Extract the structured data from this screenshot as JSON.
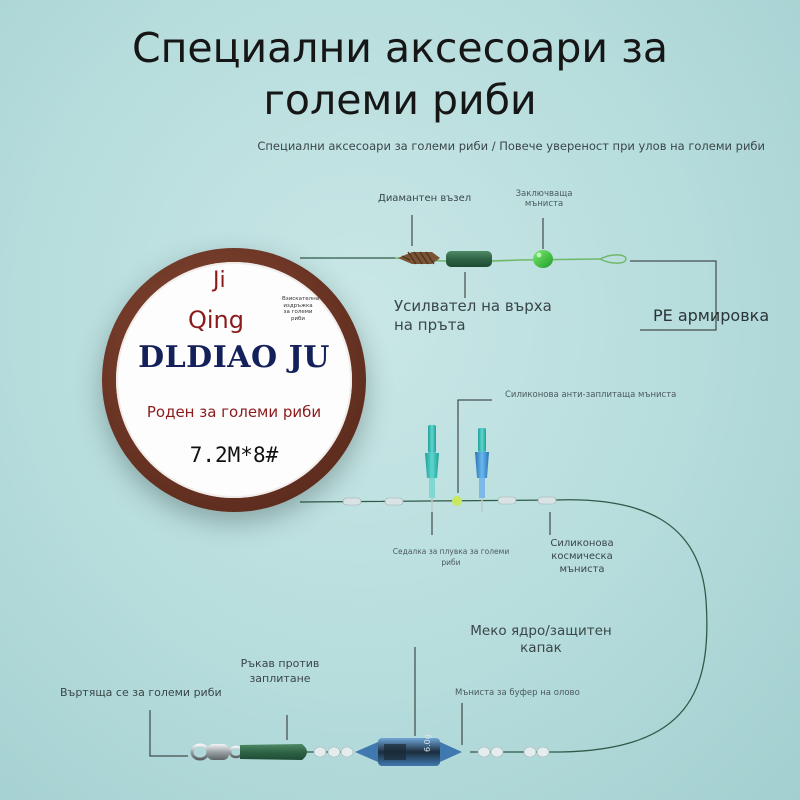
{
  "header": {
    "title_line1": "Специални аксесоари за",
    "title_line2": "големи риби",
    "subtitle": "Специални аксесоари за големи риби / Повече увереност при улов на големи риби"
  },
  "spool": {
    "brand_line1": "Ji",
    "brand_line2": "Qing",
    "small_note": "Взискателна издръжка за големи риби",
    "brand_main": "DLDIAO JU",
    "slogan": "Роден за големи риби",
    "spec": "7.2M*8#"
  },
  "labels": {
    "diamond_knot": "Диамантен възел",
    "locking_bead_line1": "Заключваща",
    "locking_bead_line2": "мъниста",
    "rod_tip_booster_line1": "Усилвател на върха",
    "rod_tip_booster_line2": "на пръта",
    "pe_reinforcement": "PE армировка",
    "silicone_anti_tangle_bead": "Силиконова анти-заплитаща мъниста",
    "float_seat_line1": "Седалка за плувка за големи",
    "float_seat_line2": "риби",
    "silicone_space_bead_line1": "Силиконова",
    "silicone_space_bead_line2": "космическа",
    "silicone_space_bead_line3": "мъниста",
    "soft_core_line1": "Меко ядро/защитен",
    "soft_core_line2": "капак",
    "anti_tangle_sleeve_line1": "Ръкав против",
    "anti_tangle_sleeve_line2": "заплитане",
    "swivel": "Въртяща се за големи риби",
    "lead_buffer_bead": "Мъниста за буфер на олово"
  },
  "colors": {
    "line_dark_green": "#2f5a48",
    "bead_green": "#35c23a",
    "float_seat_teal": "#2fb7b0",
    "float_seat_blue": "#3a8fd0",
    "spool_rim": "#6a3424",
    "brand_red": "#8b1a1a",
    "brand_navy": "#14205a"
  },
  "sinker": {
    "weight_text": "6.0g"
  }
}
